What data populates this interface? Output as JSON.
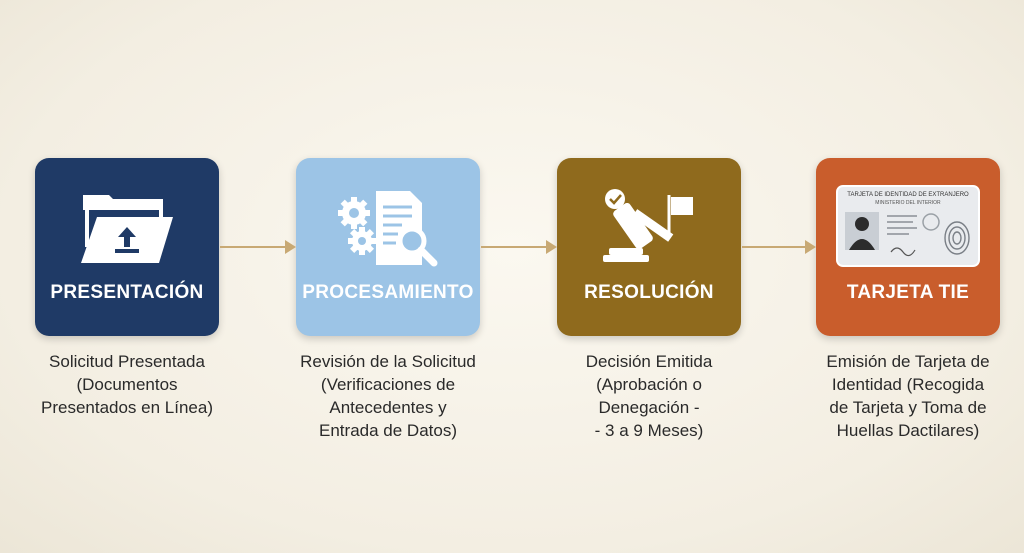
{
  "steps": [
    {
      "title": "PRESENTACIÓN",
      "icon": "folder-upload-icon",
      "color": "#1f3a66",
      "description": [
        "Solicitud Presentada",
        "(Documentos",
        "Presentados en Línea)"
      ]
    },
    {
      "title": "PROCESAMIENTO",
      "icon": "gears-document-search-icon",
      "color": "#9cc4e6",
      "description": [
        "Revisión de la Solicitud",
        "(Verificaciones de",
        "Antecedentes y",
        "Entrada de Datos)"
      ]
    },
    {
      "title": "RESOLUCIÓN",
      "icon": "gavel-check-flag-icon",
      "color": "#8f6a1d",
      "description": [
        "Decisión Emitida",
        "(Aprobación o",
        "Denegación -",
        "- 3 a 9 Meses)"
      ]
    },
    {
      "title": "TARJETA TIE",
      "icon": "id-card-fingerprint-icon",
      "color": "#c95d2c",
      "card_text": [
        "TARJETA DE IDENTIDAD DE EXTRANJERO",
        "MINISTERIO DEL INTERIOR"
      ],
      "description": [
        "Emisión de Tarjeta de",
        "Identidad (Recogida",
        "de Tarjeta y Toma de",
        "Huellas Dactilares)"
      ]
    }
  ]
}
